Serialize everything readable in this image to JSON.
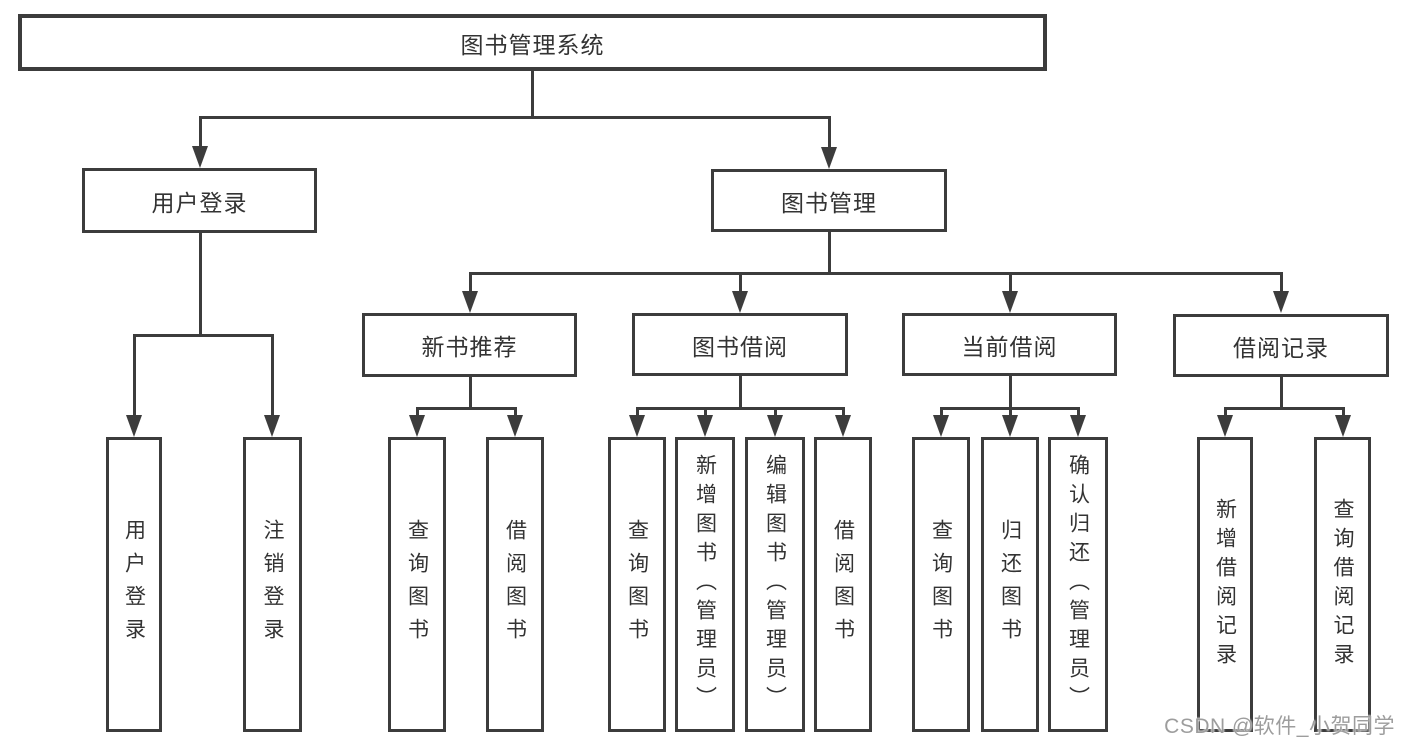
{
  "tree": {
    "label": "图书管理系统",
    "children": [
      {
        "label": "用户登录",
        "children": [
          {
            "label": "用户登录"
          },
          {
            "label": "注销登录"
          }
        ]
      },
      {
        "label": "图书管理",
        "children": [
          {
            "label": "新书推荐",
            "children": [
              {
                "label": "查询图书"
              },
              {
                "label": "借阅图书"
              }
            ]
          },
          {
            "label": "图书借阅",
            "children": [
              {
                "label": "查询图书"
              },
              {
                "label": "新增图书（管理员）"
              },
              {
                "label": "编辑图书（管理员）"
              },
              {
                "label": "借阅图书"
              }
            ]
          },
          {
            "label": "当前借阅",
            "children": [
              {
                "label": "查询图书"
              },
              {
                "label": "归还图书"
              },
              {
                "label": "确认归还（管理员）"
              }
            ]
          },
          {
            "label": "借阅记录",
            "children": [
              {
                "label": "新增借阅记录"
              },
              {
                "label": "查询借阅记录"
              }
            ]
          }
        ]
      }
    ]
  },
  "watermark": {
    "text": "CSDN @软件_小贺同学"
  },
  "colors": {
    "line": "#3c3c3c",
    "text": "#333333",
    "watermark": "#9d9d9d",
    "background": "#ffffff"
  }
}
